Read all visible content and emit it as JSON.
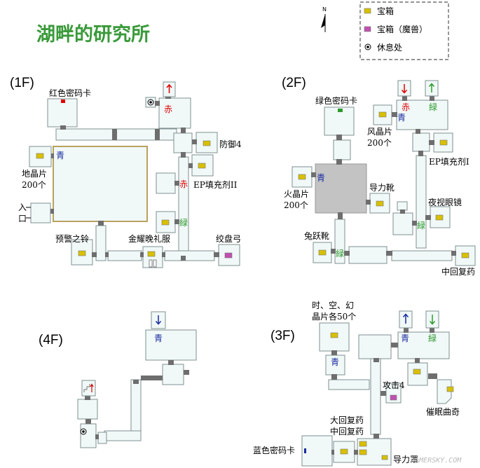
{
  "title": "湖畔的研究所",
  "legend": {
    "chest": "宝箱",
    "chest_monster": "宝箱（魔兽）",
    "rest": "休息处"
  },
  "compass": "N",
  "floors": {
    "f1": "(1F)",
    "f2": "(2F)",
    "f3": "(3F)",
    "f4": "(4F)"
  },
  "colors": {
    "room_fill": "#f1f8f8",
    "room_border": "#7f8f8f",
    "corridor": "#6e6e6e",
    "big_room_border": "#b7a35f",
    "grey_room": "#c3c3c3",
    "chest": "#d8c000",
    "chest_monster": "#c050b0",
    "red": "#e00000",
    "green": "#2d9a2d",
    "blue": "#1a2ca0",
    "title_green": "#3a9a3a"
  },
  "items_1f": {
    "red_key": "红色密码卡",
    "defense4": "防御4",
    "earth_chip_1": "地晶片",
    "earth_chip_2": "200个",
    "ep_fill_1": "EP填充剂II",
    "entrance_1": "入",
    "entrance_2": "口",
    "warning_bell": "预警之铃",
    "gold_dress": "金耀晚礼服",
    "bow": "绞盘弓",
    "door_blue": "青",
    "door_red": "赤",
    "door_green": "緑",
    "door_red_top": "赤"
  },
  "items_2f": {
    "green_key": "绿色密码卡",
    "wind_chip_1": "风晶片",
    "wind_chip_2": "200个",
    "ep_fill_2": "EP填充剂I",
    "fire_chip_1": "火晶片",
    "fire_chip_2": "200个",
    "guide_boots": "导力靴",
    "night_glasses": "夜视眼镜",
    "rabbit_boots": "兔跃靴",
    "mid_potion": "中回复药",
    "door_blue_left": "青",
    "door_blue_top": "青",
    "door_red": "赤",
    "door_green_top": "緑",
    "door_green_mid": "緑",
    "door_green_bottom": "緑"
  },
  "items_3f": {
    "chips_1": "时、空、幻",
    "chips_2": "晶片各50个",
    "attack4": "攻击4",
    "big_potion": "大回复药",
    "mid_potion": "中回复药",
    "hypnosis": "催眠曲奇",
    "blue_key": "蓝色密码卡",
    "power_cover": "导力罩",
    "door_blue_1": "青",
    "door_blue_2": "青",
    "door_green": "緑"
  },
  "items_4f": {
    "door_blue": "青"
  },
  "watermark": "GAMERSKY.COM"
}
